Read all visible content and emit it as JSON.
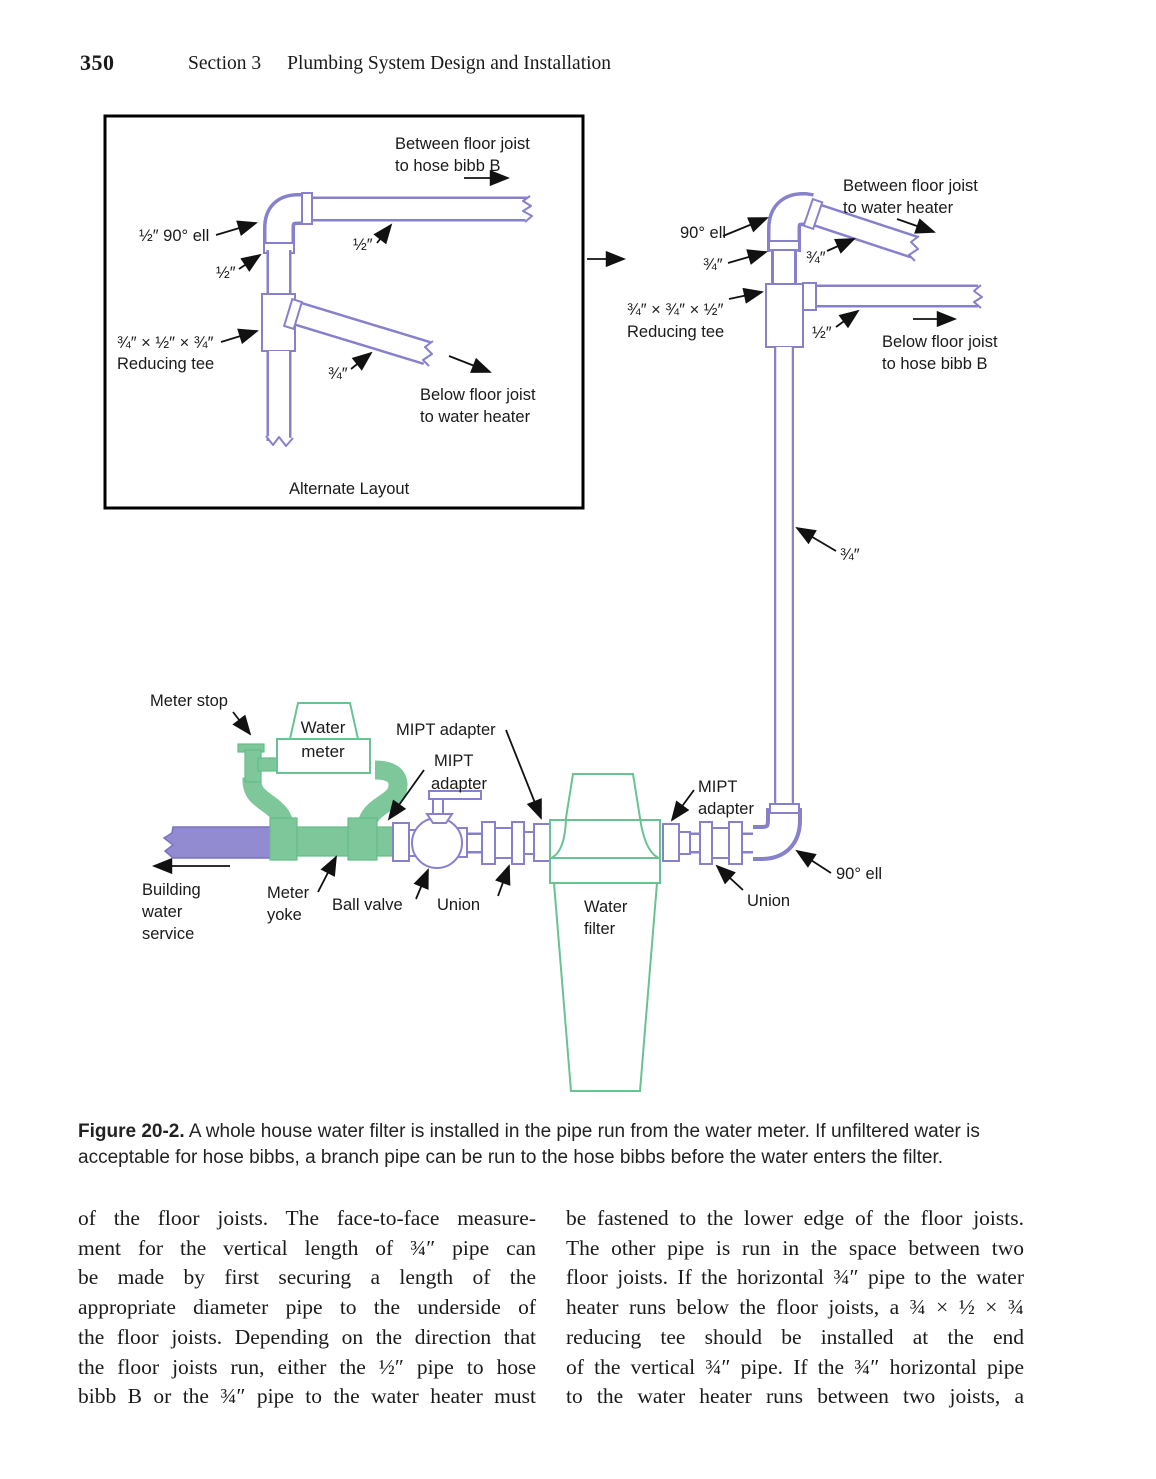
{
  "page": {
    "number": "350",
    "section": "Section 3",
    "title": "Plumbing System Design and Installation"
  },
  "figure": {
    "inset": {
      "between_floor_joist": "Between floor joist",
      "to_hose_bibb_b": "to hose bibb B",
      "half_90_ell": "½″ 90° ell",
      "half_top": "½″",
      "half_mid": "½″",
      "tee_size": "¾″ × ½″ × ¾″",
      "tee_name": "Reducing tee",
      "three_quarter": "¾″",
      "below_floor_joist": "Below floor joist",
      "to_water_heater": "to water heater",
      "caption": "Alternate Layout"
    },
    "main": {
      "between_floor_joist": "Between floor joist",
      "to_water_heater": "to water heater",
      "ell_90_top": "90° ell",
      "three_quarter_riser_top": "¾″",
      "three_quarter_branch": "¾″",
      "tee_size": "¾″ × ¾″ × ½″",
      "tee_name": "Reducing tee",
      "half_branch": "½″",
      "below_floor_joist": "Below floor joist",
      "to_hose_bibb_b": "to hose bibb B",
      "three_quarter_riser": "¾″",
      "meter_stop": "Meter stop",
      "water_meter_line1": "Water",
      "water_meter_line2": "meter",
      "mipt_adapter_top": "MIPT adapter",
      "mipt_left_line1": "MIPT",
      "mipt_left_line2": "adapter",
      "building_line1": "Building",
      "building_line2": "water",
      "building_line3": "service",
      "meter_yoke_line1": "Meter",
      "meter_yoke_line2": "yoke",
      "ball_valve": "Ball valve",
      "union_left": "Union",
      "union_right": "Union",
      "ell_90_bottom": "90° ell",
      "water_filter_line1": "Water",
      "water_filter_line2": "filter",
      "mipt_right_line1": "MIPT",
      "mipt_right_line2": "adapter"
    },
    "caption": {
      "label": "Figure 20-2.",
      "text": " A whole house water filter is installed in the pipe run from the water meter. If unfiltered water is acceptable for hose bibbs, a branch pipe can be run to the hose bibbs before the water enters the filter."
    }
  },
  "body": {
    "left_column": [
      "of the floor joists. The face-to-face measure-",
      "ment for the vertical length of ¾″ pipe can",
      "be made by first securing a length of the",
      "appropriate diameter pipe to the underside of",
      "the floor joists. Depending on the direction that",
      "the floor joists run, either the ½″ pipe to hose",
      "bibb B or the ¾″ pipe to the water heater must"
    ],
    "right_column": [
      "be fastened to the lower edge of the floor joists.",
      "The other pipe is run in the space between two",
      "floor joists. If the horizontal ¾″ pipe to the water",
      "heater runs below the floor joists, a ¾ × ½ × ¾",
      "reducing tee should be installed at the end",
      "of the vertical ¾″ pipe. If the ¾″ horizontal pipe",
      "to the water heater runs between two joists, a"
    ]
  },
  "colors": {
    "pipe_outline_purple": "#8780cc",
    "service_pipe_lavender": "#938bd2",
    "meter_green": "#7ec79a",
    "filter_outline_green": "#68c392",
    "ink": "#1a1a1a"
  }
}
